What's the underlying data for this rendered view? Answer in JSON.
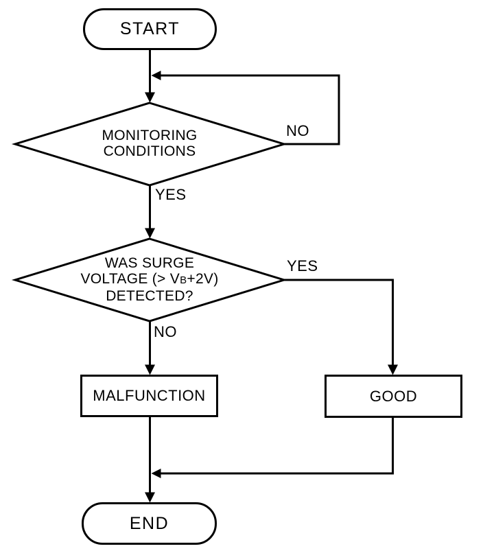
{
  "diagram": {
    "type": "flowchart",
    "background_color": "#ffffff",
    "line_color": "#000000",
    "text_color": "#000000",
    "nodes": {
      "start": {
        "shape": "terminator",
        "label": "START"
      },
      "monitoring_decision": {
        "shape": "decision",
        "line1": "MONITORING",
        "line2": "CONDITIONS"
      },
      "surge_decision": {
        "shape": "decision",
        "line1": "WAS SURGE",
        "line2_prefix": "VOLTAGE (> V",
        "line2_subscript": "B",
        "line2_suffix": "+2V)",
        "line3": "DETECTED?"
      },
      "malfunction": {
        "shape": "process",
        "label": "MALFUNCTION"
      },
      "good": {
        "shape": "process",
        "label": "GOOD"
      },
      "end": {
        "shape": "terminator",
        "label": "END"
      }
    },
    "edge_labels": {
      "monitoring_no": "NO",
      "monitoring_yes": "YES",
      "surge_yes": "YES",
      "surge_no": "NO"
    }
  }
}
